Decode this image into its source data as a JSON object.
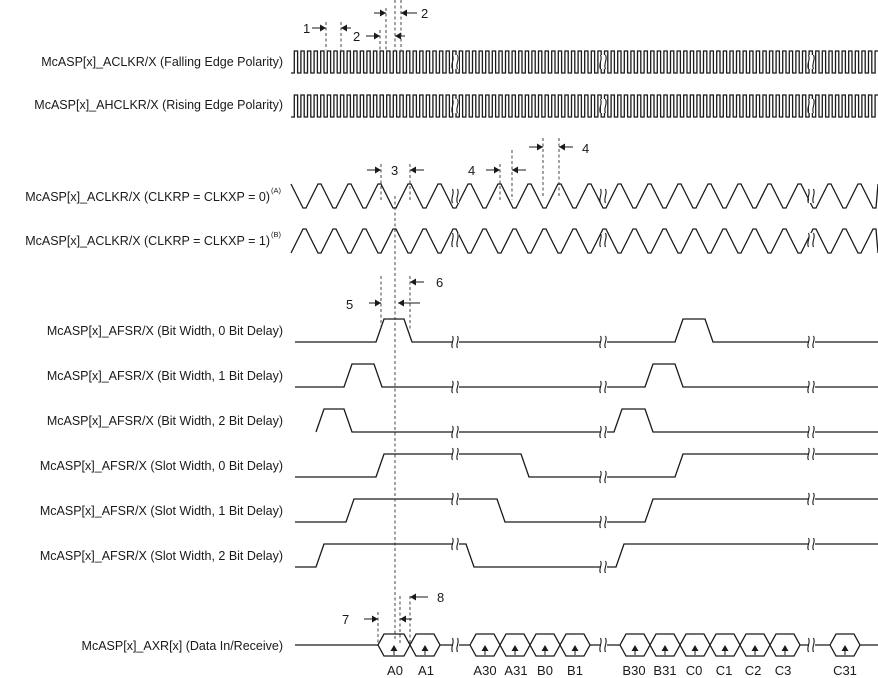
{
  "signals": {
    "s1": "McASP[x]_ACLKR/X (Falling Edge Polarity)",
    "s2": "McASP[x]_AHCLKR/X (Rising Edge Polarity)",
    "s3": "McASP[x]_ACLKR/X (CLKRP = CLKXP = 0)",
    "s3_note": "(A)",
    "s4": "McASP[x]_ACLKR/X (CLKRP = CLKXP = 1)",
    "s4_note": "(B)",
    "s5": "McASP[x]_AFSR/X (Bit Width, 0 Bit Delay)",
    "s6": "McASP[x]_AFSR/X (Bit Width, 1 Bit Delay)",
    "s7": "McASP[x]_AFSR/X (Bit Width, 2 Bit Delay)",
    "s8": "McASP[x]_AFSR/X (Slot Width, 0 Bit Delay)",
    "s9": "McASP[x]_AFSR/X (Slot Width, 1 Bit Delay)",
    "s10": "McASP[x]_AFSR/X (Slot Width, 2 Bit Delay)",
    "s11": "McASP[x]_AXR[x] (Data In/Receive)"
  },
  "parameters": {
    "p1": "1",
    "p2a": "2",
    "p2b": "2",
    "p3": "3",
    "p4a": "4",
    "p4b": "4",
    "p5": "5",
    "p6": "6",
    "p7": "7",
    "p8": "8"
  },
  "bits": [
    "A0",
    "A1",
    "A30",
    "A31",
    "B0",
    "B1",
    "B30",
    "B31",
    "C0",
    "C1",
    "C2",
    "C3",
    "C31"
  ]
}
